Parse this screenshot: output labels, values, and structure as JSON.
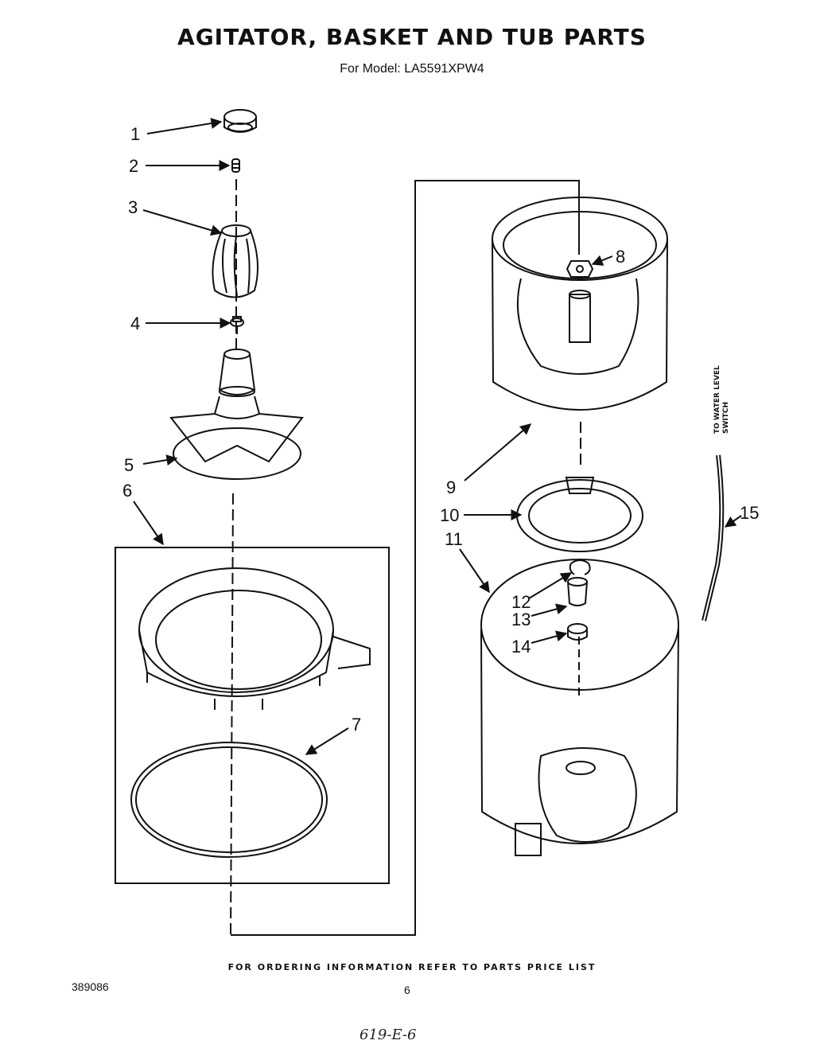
{
  "header": {
    "title": "AGITATOR, BASKET AND TUB PARTS",
    "subtitle": "For Model: LA5591XPW4"
  },
  "callouts": [
    {
      "number": "1"
    },
    {
      "number": "2"
    },
    {
      "number": "3"
    },
    {
      "number": "4"
    },
    {
      "number": "5"
    },
    {
      "number": "6"
    },
    {
      "number": "7"
    },
    {
      "number": "8"
    },
    {
      "number": "9"
    },
    {
      "number": "10"
    },
    {
      "number": "11"
    },
    {
      "number": "12"
    },
    {
      "number": "13"
    },
    {
      "number": "14"
    },
    {
      "number": "15"
    }
  ],
  "side_label": {
    "line1": "TO WATER LEVEL",
    "line2": "SWITCH"
  },
  "footer": {
    "note": "FOR ORDERING INFORMATION REFER TO PARTS PRICE LIST",
    "doc_number": "389086",
    "page_number": "6",
    "handwritten": "619-E-6"
  }
}
